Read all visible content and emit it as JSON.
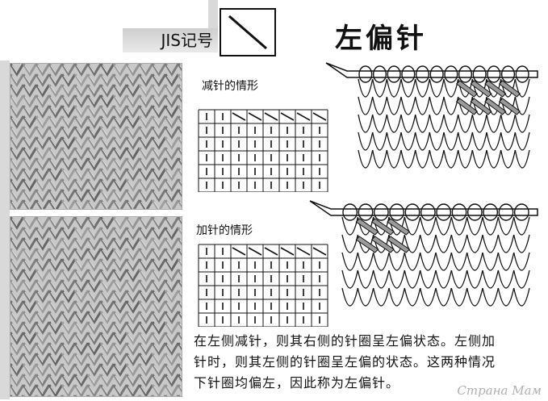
{
  "header": {
    "symbol_label": "JIS记号",
    "title": "左偏针"
  },
  "grids": {
    "decrease_caption": "减针的情形",
    "increase_caption": "加针的情形"
  },
  "description": {
    "lines": [
      "在左侧减针，则其右侧的针圈呈左偏状态。左侧加",
      "针时，则其左侧的针圈呈左偏的状态。这两种情况",
      "下针圈均偏左，因此称为左偏针。"
    ]
  },
  "watermark": "Страна Мам",
  "colors": {
    "band": "#d9d9d9",
    "ink": "#111111",
    "hatch": "#9a9a9a"
  }
}
